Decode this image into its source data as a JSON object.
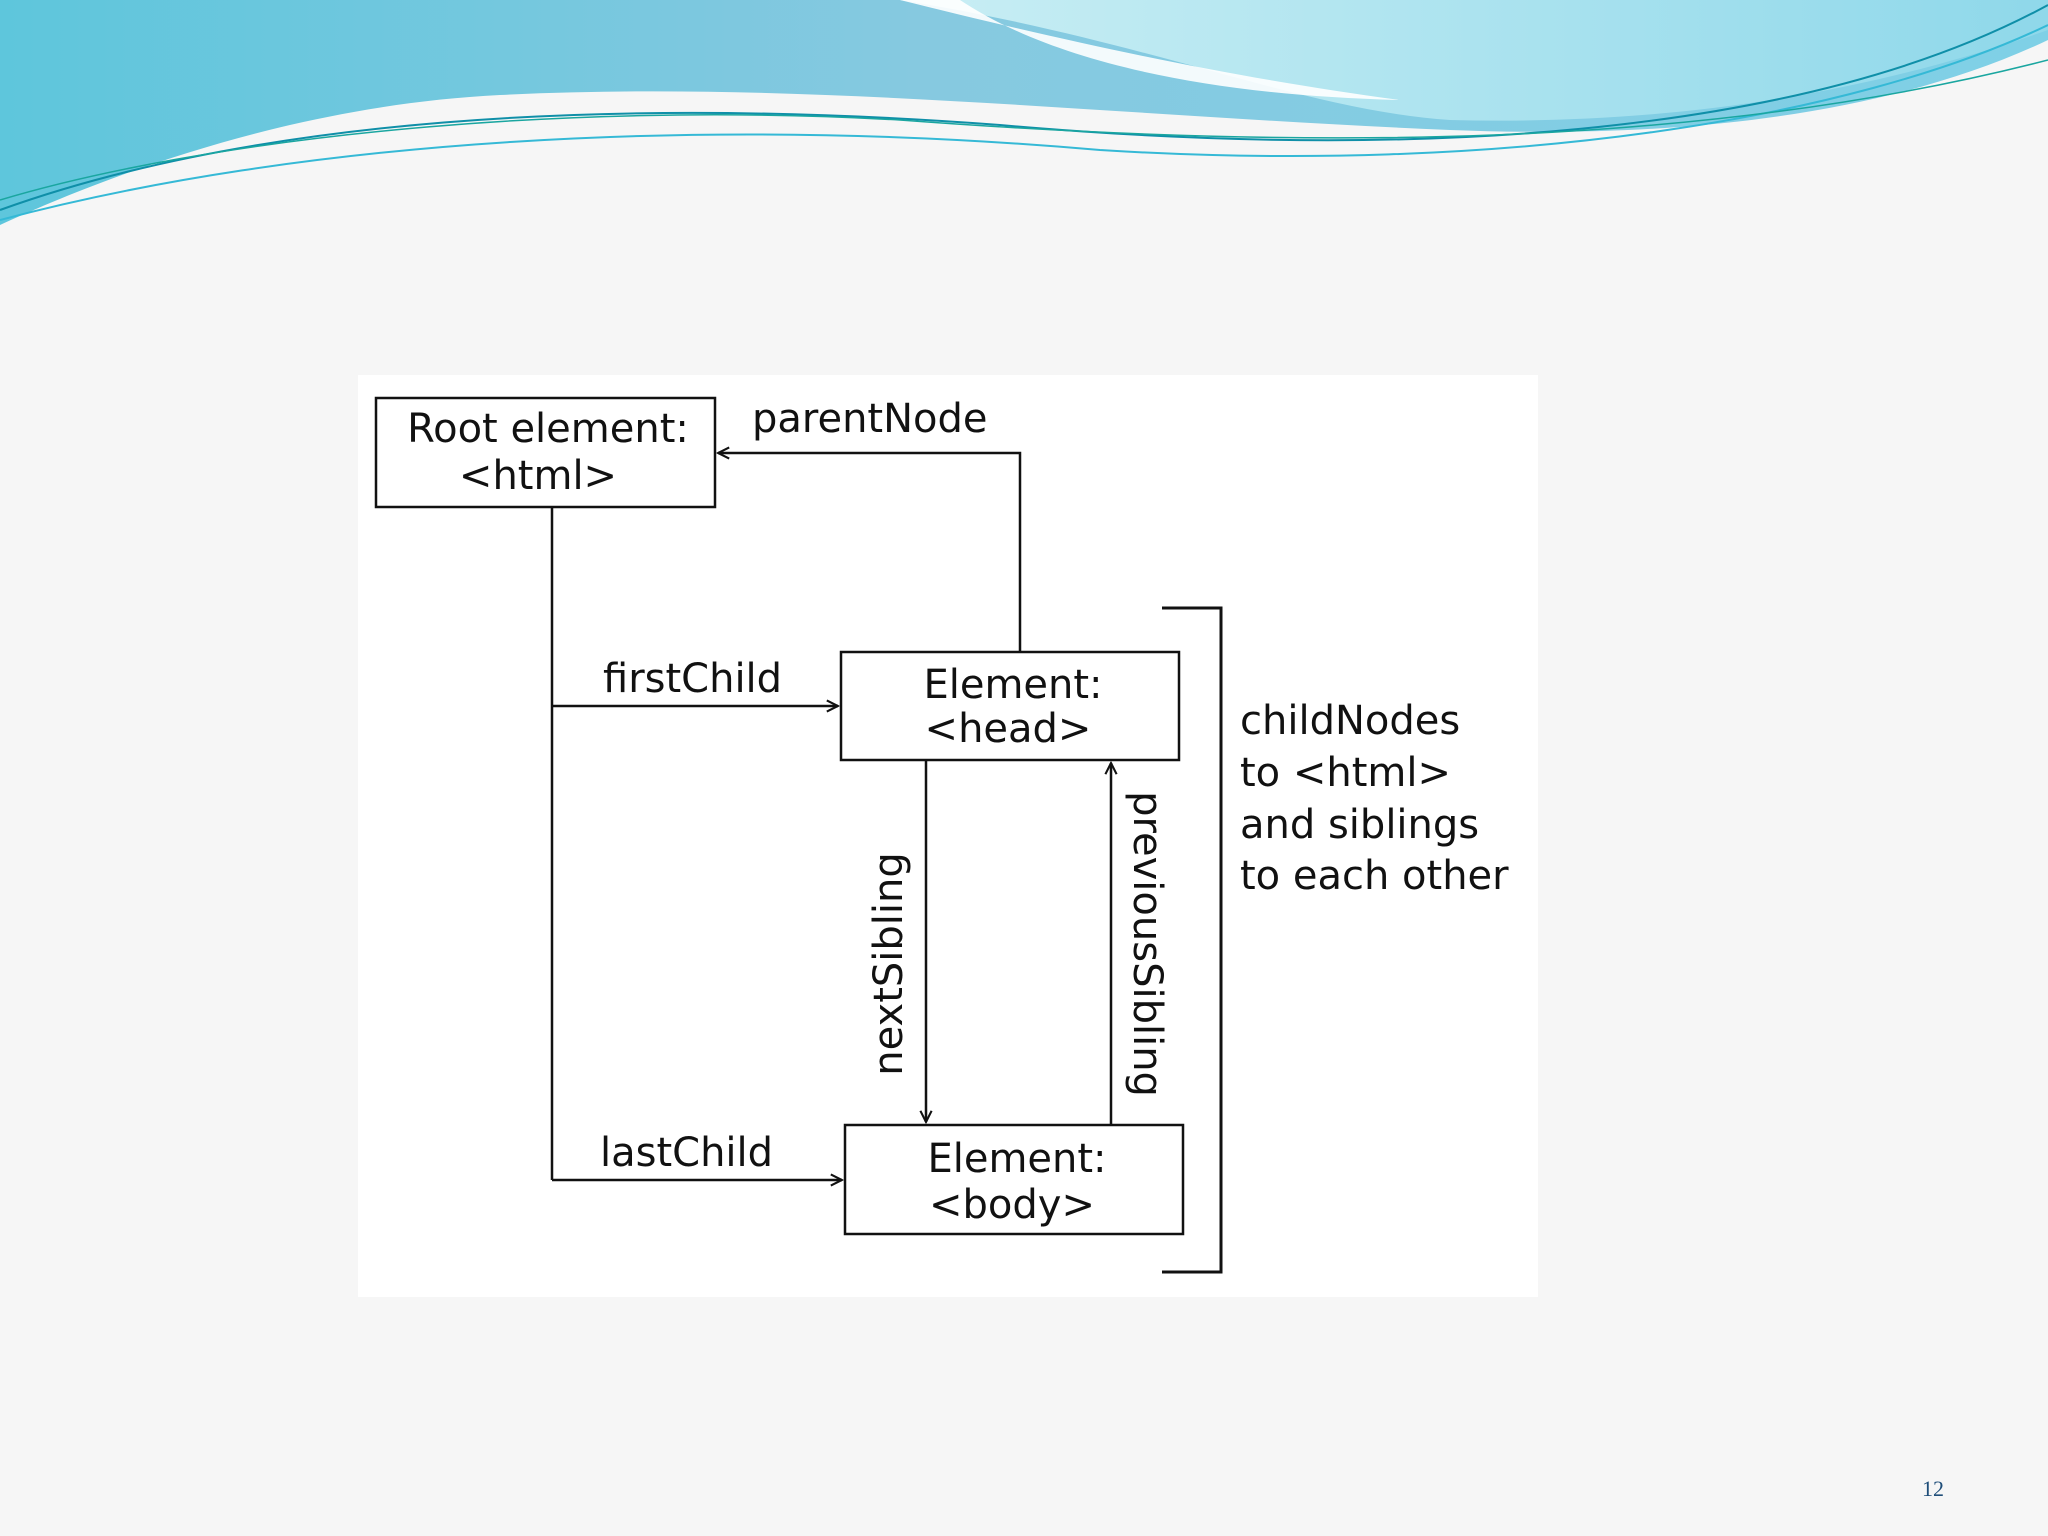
{
  "slide": {
    "page_number": "12"
  },
  "diagram": {
    "nodes": {
      "root": {
        "line1": "Root element:",
        "line2": "<html>"
      },
      "head": {
        "line1": "Element:",
        "line2": "<head>"
      },
      "body": {
        "line1": "Element:",
        "line2": "<body>"
      }
    },
    "edges": {
      "parent": "parentNode",
      "first_child": "firstChild",
      "last_child": "lastChild",
      "next_sibling": "nextSibling",
      "previous_sibling": "previousSibling"
    },
    "bracket_note": [
      "childNodes",
      "to <html>",
      "and siblings",
      "to each other"
    ]
  },
  "colors": {
    "background": "#f6f6f6",
    "diagram_panel": "#ffffff",
    "ink": "#111111",
    "wave_light": "#a9dde8",
    "wave_mid": "#7fcde2",
    "wave_dark": "#35b9d6",
    "page_number": "#1f4e79"
  }
}
